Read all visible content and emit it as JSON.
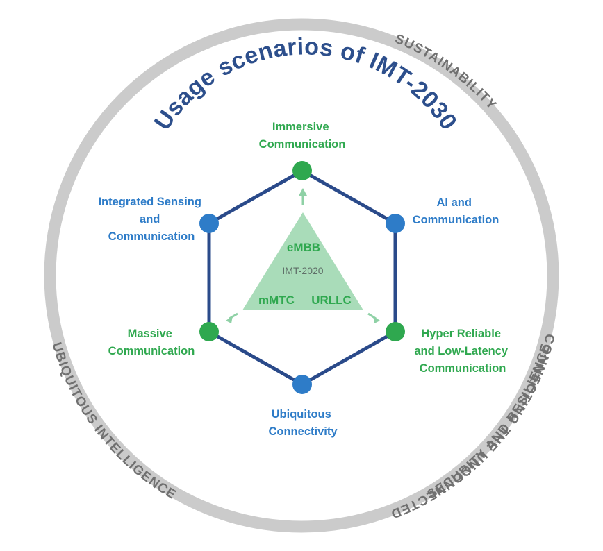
{
  "title": "Usage scenarios of IMT-2030",
  "ring_labels": {
    "top_left": "SUSTAINABILITY",
    "top_right": "CONNECTING THE UNCONNECTED",
    "bottom_left": "UBIQUITOUS INTELLIGENCE",
    "bottom_right": "SECURITY AND RESILIENCE"
  },
  "scenarios": {
    "top": [
      "Immersive",
      "Communication"
    ],
    "upper_right": [
      "AI and",
      "Communication"
    ],
    "lower_right": [
      "Hyper Reliable",
      "and Low-Latency",
      "Communication"
    ],
    "bottom": [
      "Ubiquitous",
      "Connectivity"
    ],
    "lower_left": [
      "Massive",
      "Communication"
    ],
    "upper_left": [
      "Integrated Sensing",
      "and",
      "Communication"
    ]
  },
  "core": {
    "top": "eMBB",
    "center": "IMT-2020",
    "left": "mMTC",
    "right": "URLLC"
  },
  "colors": {
    "ring": "#cbcbcb",
    "hexagon": "#2a4a8a",
    "green": "#2fa84f",
    "blue": "#2e7cc8",
    "triangle": "#a9dcb9",
    "arrow": "#8fd1a6",
    "title": "#2d4f8c"
  }
}
